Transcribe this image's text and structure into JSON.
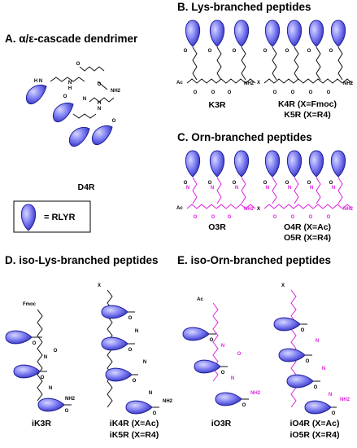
{
  "colors": {
    "residue_fill": "#6d6df2",
    "residue_fill_light": "#b3b3ff",
    "residue_stroke": "#1f1f9e",
    "orn_magenta": "#e020e0",
    "bond": "#111111"
  },
  "sections": {
    "a": {
      "title": "A.  α/ε-cascade dendrimer",
      "compound": "D4R"
    },
    "b": {
      "title": "B.  Lys-branched peptides",
      "compound_left": "K3R",
      "compound_right_1": "K4R (X=Fmoc)",
      "compound_right_2": "K5R (X=R4)"
    },
    "c": {
      "title": "C.  Orn-branched peptides",
      "compound_left": "O3R",
      "compound_right_1": "O4R (X=Ac)",
      "compound_right_2": "O5R (X=R4)"
    },
    "d": {
      "title": "D.  iso-Lys-branched peptides",
      "compound_left": "iK3R",
      "compound_right_1": "iK4R (X=Ac)",
      "compound_right_2": "iK5R (X=R4)"
    },
    "e": {
      "title": "E.  iso-Orn-branched peptides",
      "compound_left": "iO3R",
      "compound_right_1": "iO4R (X=Ac)",
      "compound_right_2": "iO5R (X=R4)"
    }
  },
  "legend": {
    "text": "= RLYR",
    "icon": "rlyr-residue-icon"
  },
  "atoms": {
    "o": "O",
    "h": "H",
    "n": "N",
    "nh2": "NH2",
    "ac": "Ac",
    "x": "X",
    "fmoc": "Fmoc"
  }
}
